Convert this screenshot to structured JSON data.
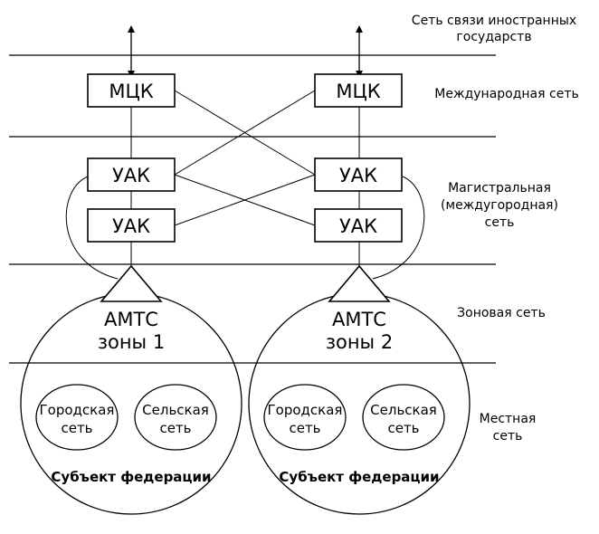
{
  "labels": {
    "foreign_network_line1": "Сеть связи иностранных",
    "foreign_network_line2": "государств",
    "international_network": "Международная сеть",
    "trunk_network_line1": "Магистральная",
    "trunk_network_line2": "(междугородная)",
    "trunk_network_line3": "сеть",
    "zone_network": "Зоновая сеть",
    "local_network_line1": "Местная",
    "local_network_line2": "сеть"
  },
  "nodes": {
    "mck": "МЦК",
    "uak": "УАК"
  },
  "zones": [
    {
      "amts_line1": "АМТС",
      "amts_line2": "зоны 1",
      "city_network_line1": "Городская",
      "city_network_line2": "сеть",
      "rural_network_line1": "Сельская",
      "rural_network_line2": "сеть",
      "subject": "Субъект федерации"
    },
    {
      "amts_line1": "АМТС",
      "amts_line2": "зоны 2",
      "city_network_line1": "Городская",
      "city_network_line2": "сеть",
      "rural_network_line1": "Сельская",
      "rural_network_line2": "сеть",
      "subject": "Субъект федерации"
    }
  ]
}
